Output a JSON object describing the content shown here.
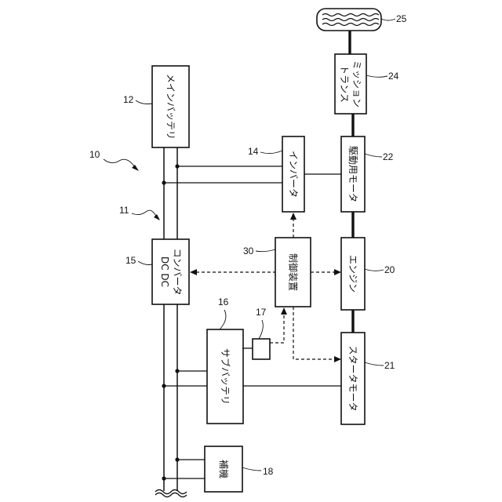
{
  "blocks": {
    "main_battery": "メインバッテリ",
    "inverter": "インバータ",
    "dcdc_line1": "DC DC",
    "dcdc_line2": "コンバータ",
    "sub_battery": "サブバッテリ",
    "accessory": "補機",
    "controller": "制御装置",
    "drive_motor": "駆動用モータ",
    "engine": "エンジン",
    "starter_motor": "スタータモータ",
    "transmission_line1": "トランス",
    "transmission_line2": "ミッション"
  },
  "refs": {
    "system": "10",
    "power_line": "11",
    "main_battery": "12",
    "inverter": "14",
    "dcdc": "15",
    "sub_battery": "16",
    "sensor": "17",
    "accessory": "18",
    "engine": "20",
    "starter_motor": "21",
    "drive_motor": "22",
    "transmission": "24",
    "wheel": "25",
    "controller": "30"
  }
}
